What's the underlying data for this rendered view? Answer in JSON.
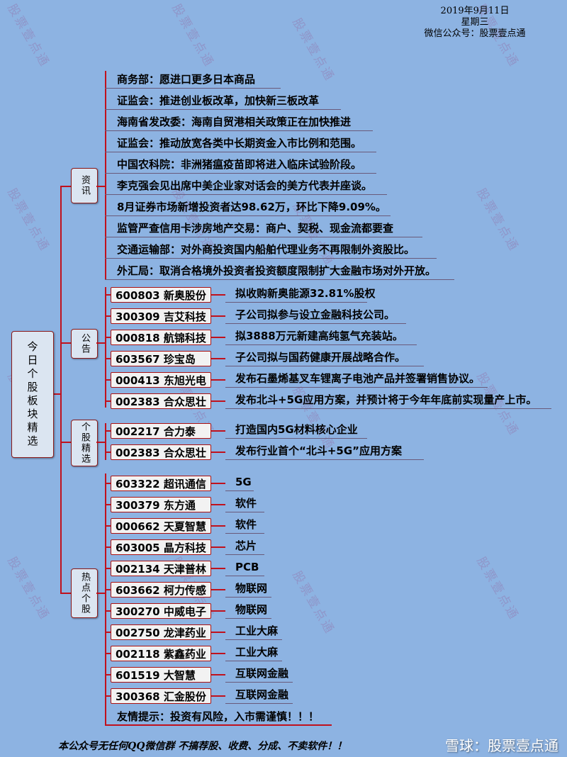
{
  "header": {
    "date": "2019年9月11日",
    "weekday": "星期三",
    "wechat": "微信公众号：股票壹点通"
  },
  "watermark": "股票壹点通",
  "root": "今日个股板块精选",
  "branches": {
    "news": "资讯",
    "announce": "公告",
    "picks": "个股精选",
    "hot": "热点个股"
  },
  "news": [
    "商务部：愿进口更多日本商品",
    "证监会：推进创业板改革，加快新三板改革",
    "海南省发改委：海南自贸港相关政策正在加快推进",
    "证监会：推动放宽各类中长期资金入市比例和范围。",
    "中国农科院：非洲猪瘟疫苗即将进入临床试验阶段。",
    "李克强会见出席中美企业家对话会的美方代表并座谈。",
    "8月证券市场新增投资者达98.62万，环比下降9.09%。",
    "监管严查信用卡涉房地产交易：商户、契税、现金流都要查",
    "交通运输部：对外商投资国内船舶代理业务不再限制外资股比。",
    "外汇局：取消合格境外投资者投资额度限制扩大金融市场对外开放。"
  ],
  "announcements": [
    {
      "stock": "600803 新奥股份",
      "desc": "拟收购新奥能源32.81%股权"
    },
    {
      "stock": "300309 吉艾科技",
      "desc": "子公司拟参与设立金融科技公司。"
    },
    {
      "stock": "000818 航锦科技",
      "desc": "拟3888万元新建高纯氢气充装站。"
    },
    {
      "stock": "603567 珍宝岛",
      "desc": "子公司拟与国药健康开展战略合作。"
    },
    {
      "stock": "000413 东旭光电",
      "desc": "发布石墨烯基叉车锂离子电池产品并签署销售协议。"
    },
    {
      "stock": "002383 合众思壮",
      "desc": "发布北斗+5G应用方案，并预计将于今年年底前实现量产上市。"
    }
  ],
  "picks": [
    {
      "stock": "002217 合力泰",
      "desc": "打造国内5G材料核心企业"
    },
    {
      "stock": "002383 合众思壮",
      "desc": "发布行业首个“北斗+5G”应用方案"
    }
  ],
  "hot": [
    {
      "stock": "603322 超讯通信",
      "desc": "5G"
    },
    {
      "stock": "300379 东方通",
      "desc": "软件"
    },
    {
      "stock": "000662 天夏智慧",
      "desc": "软件"
    },
    {
      "stock": "603005 晶方科技",
      "desc": "芯片"
    },
    {
      "stock": "002134 天津普林",
      "desc": "PCB"
    },
    {
      "stock": "603662 柯力传感",
      "desc": "物联网"
    },
    {
      "stock": "300270 中威电子",
      "desc": "物联网"
    },
    {
      "stock": "002750 龙津药业",
      "desc": "工业大麻"
    },
    {
      "stock": "002118 紫鑫药业",
      "desc": "工业大麻"
    },
    {
      "stock": "601519 大智慧",
      "desc": "互联网金融"
    },
    {
      "stock": "300368 汇金股份",
      "desc": "互联网金融"
    }
  ],
  "tip": "友情提示：投资有风险，入市需谨慎！！！",
  "footer": "本公众号无任何QQ微信群  不搞荐股、收费、分成、不卖软件！！",
  "xueqiu": "雪球：股票壹点通"
}
